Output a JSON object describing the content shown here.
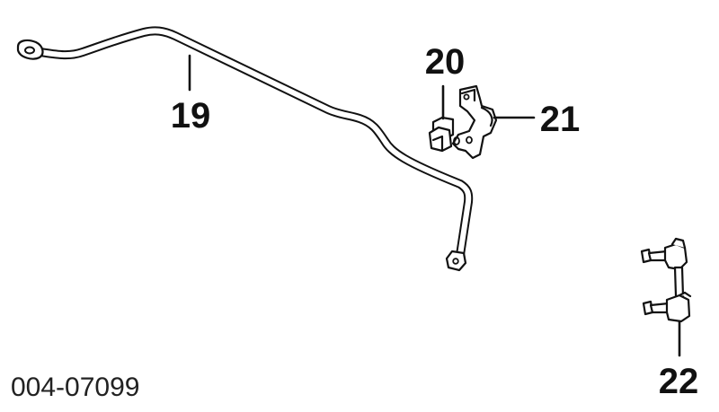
{
  "callouts": {
    "stabilizer_bar": "19",
    "bushing": "20",
    "bushing_bracket": "21",
    "stabilizer_link": "22"
  },
  "diagram_code": "004-07099",
  "colors": {
    "ink": "#111111",
    "background": "#ffffff"
  }
}
